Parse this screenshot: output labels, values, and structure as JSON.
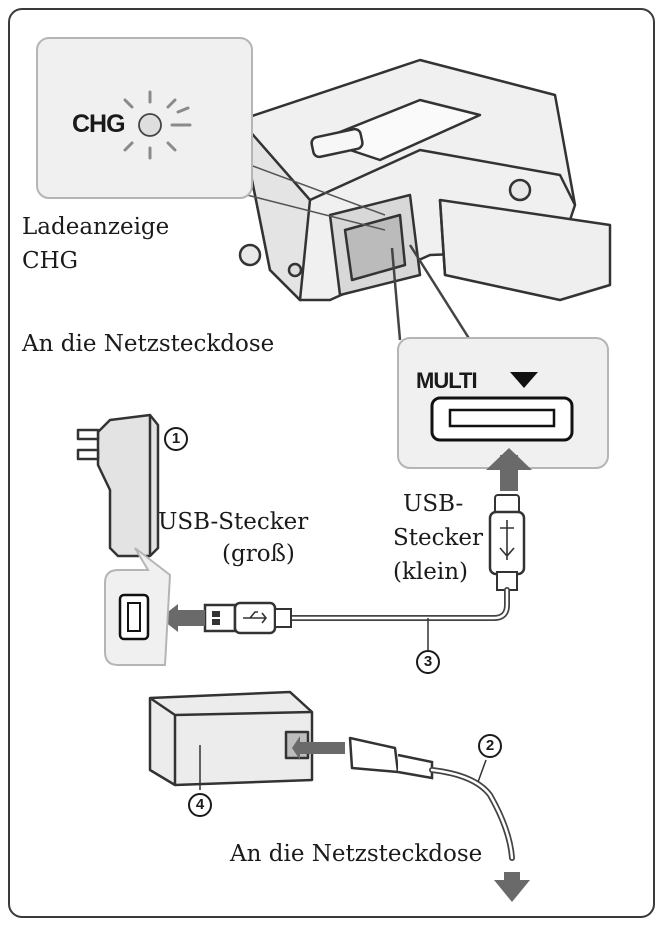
{
  "labels": {
    "chg_led_text": "CHG",
    "charge_lamp_line1": "Ladeanzeige",
    "charge_lamp_line2": "CHG",
    "to_outlet_top": "An die Netzsteckdose",
    "multi_terminal": "MULTI",
    "usb_large_line1": "USB-Stecker",
    "usb_large_line2": "(groß)",
    "usb_small_line1": "USB-",
    "usb_small_line2": "Stecker",
    "usb_small_line3": "(klein)",
    "to_outlet_bottom": "An die Netzsteckdose"
  },
  "callouts": {
    "ac_adapter_plug": "1",
    "power_cord": "2",
    "usb_cable": "3",
    "ac_adapter": "4"
  }
}
